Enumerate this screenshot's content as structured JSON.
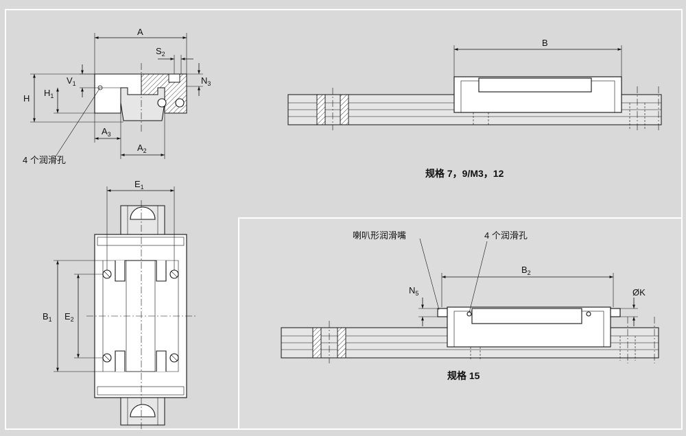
{
  "colors": {
    "background": "#d9d9d9",
    "inset_panel": "#dcdcdc",
    "line": "#111111",
    "part_fill": "#ffffff"
  },
  "dims": {
    "A": "A",
    "S2_main": "S",
    "S2_sub": "2",
    "N3_main": "N",
    "N3_sub": "3",
    "V1_main": "V",
    "V1_sub": "1",
    "H": "H",
    "H1_main": "H",
    "H1_sub": "1",
    "A3_main": "A",
    "A3_sub": "3",
    "A2_main": "A",
    "A2_sub": "2",
    "E1_main": "E",
    "E1_sub": "1",
    "B1_main": "B",
    "B1_sub": "1",
    "E2_main": "E",
    "E2_sub": "2",
    "B": "B",
    "B2_main": "B",
    "B2_sub": "2",
    "N5_main": "N",
    "N5_sub": "5",
    "OK": "ØK"
  },
  "labels": {
    "lube_holes_left": "4 个润滑孔",
    "lube_holes_right": "4 个润滑孔",
    "funnel_nipple": "喇叭形润滑嘴"
  },
  "captions": {
    "sizes_small": "规格 7，9/M3，12",
    "size_15": "规格 15"
  }
}
